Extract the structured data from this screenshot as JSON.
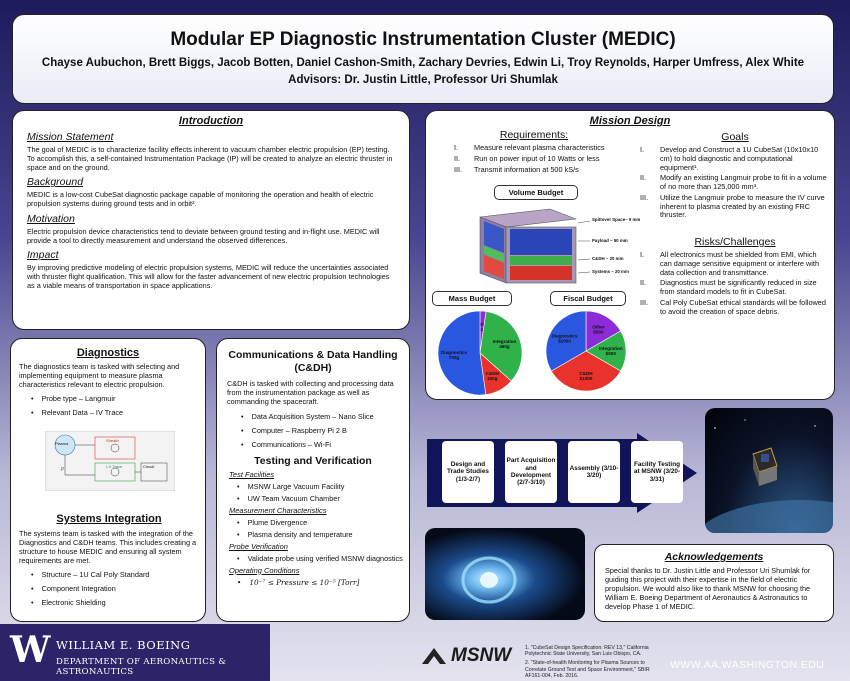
{
  "header": {
    "title": "Modular EP Diagnostic Instrumentation Cluster (MEDIC)",
    "authors": "Chayse Aubuchon, Brett Biggs, Jacob Botten, Daniel Cashon-Smith, Zachary Devries, Edwin Li, Troy Reynolds, Harper Umfress, Alex White",
    "advisors": "Advisors: Dr. Justin Little, Professor Uri Shumlak"
  },
  "introduction": {
    "title": "Introduction",
    "sections": [
      {
        "heading": "Mission Statement",
        "text": "The goal of MEDIC is to characterize facility effects inherent to vacuum chamber electric propulsion (EP) testing. To accomplish this, a self-contained Instrumentation Package (IP) will be created to analyze an electric thruster in space and on the ground."
      },
      {
        "heading": "Background",
        "text": "MEDIC is a low-cost CubeSat diagnostic package capable of monitoring the operation and health of electric propulsion systems during ground tests and in orbit²."
      },
      {
        "heading": "Motivation",
        "text": "Electric propulsion device characteristics tend to deviate between ground testing and in-flight use. MEDIC will provide a tool to directly measurement and understand the observed differences."
      },
      {
        "heading": "Impact",
        "text": "By improving predictive modeling of electric propulsion systems, MEDIC will reduce the uncertainties associated with thruster flight qualification. This will allow for the faster advancement of new electric propulsion technologies as a viable means of transportation in space applications."
      }
    ]
  },
  "mission": {
    "title": "Mission Design",
    "requirements_title": "Requirements:",
    "requirements": [
      {
        "n": "I.",
        "t": "Measure relevant plasma characteristics"
      },
      {
        "n": "II.",
        "t": "Run on power input of 10 Watts or less"
      },
      {
        "n": "III.",
        "t": "Transmit information at 500 kS/s"
      }
    ],
    "volume_title": "Volume Budget",
    "volume_labels": [
      "Spittover Space– 9 mm",
      "Payload – 50 mm",
      "C&DH – 20 mm",
      "Systems – 20 mm"
    ],
    "goals_title": "Goals",
    "goals": [
      {
        "n": "I.",
        "t": "Develop and Construct a 1U CubeSat (10x10x10 cm) to hold diagnostic and computational equipment¹."
      },
      {
        "n": "II.",
        "t": "Modify an existing Langmuir probe to fit in a volume of no more than 125,000 mm³."
      },
      {
        "n": "III.",
        "t": "Utilize the Langmuir probe to measure the IV curve inherent to plasma created by an existing FRC thruster."
      }
    ],
    "risks_title": "Risks/Challenges",
    "risks": [
      {
        "n": "I.",
        "t": "All electronics must be shielded from EMI, which can damage sensitive equipment or interfere with data collection and transmittance."
      },
      {
        "n": "II.",
        "t": "Diagnostics must be significantly reduced in size from standard models to fit in CubeSat."
      },
      {
        "n": "III.",
        "t": "Cal Poly CubeSat ethical standards will be followed to avoid the creation of space debris."
      }
    ],
    "mass_title": "Mass Budget",
    "fiscal_title": "Fiscal Budget"
  },
  "chart_data": [
    {
      "type": "pie",
      "title": "Mass Budget",
      "categories": [
        "Other",
        "Integration",
        "C&DH",
        "Diagnostics"
      ],
      "labels": [
        "Other 31g",
        "Integration 460g",
        "C&DH 150g",
        "Diagnostics 700g"
      ],
      "values": [
        31,
        460,
        150,
        700
      ],
      "colors": [
        "#8e2bd8",
        "#2fb24a",
        "#e8322b",
        "#2a57e0"
      ]
    },
    {
      "type": "pie",
      "title": "Fiscal Budget",
      "categories": [
        "Other",
        "Integration",
        "C&DH",
        "Diagnostics"
      ],
      "labels": [
        "Other $500",
        "Integration $500",
        "C&DH $1000",
        "Diagnostics $1000"
      ],
      "values": [
        500,
        500,
        1000,
        1000
      ],
      "colors": [
        "#8e2bd8",
        "#2fb24a",
        "#e8322b",
        "#2a57e0"
      ]
    }
  ],
  "diagnostics": {
    "title": "Diagnostics",
    "text": "The diagnostics team is tasked with selecting and implementing equipment to measure plasma characteristics relevant to electric propulsion.",
    "items": [
      "Probe type – Langmuir",
      "Relevant Data – IV Trace"
    ],
    "diagram": {
      "plasma": "Plasma",
      "sheath": "Sheath",
      "iv_trace": "I-V Trace",
      "circuit": "Circuit"
    }
  },
  "systems": {
    "title": "Systems Integration",
    "text": "The systems team is tasked with the integration of the Diagnostics and C&DH teams. This includes creating a structure to house MEDIC and ensuring all system requirements are met.",
    "items": [
      "Structure – 1U Cal Poly Standard",
      "Component Integration",
      "Electronic Shielding"
    ]
  },
  "cdh": {
    "title": "Communications & Data Handling (C&DH)",
    "text": "C&DH is tasked with collecting and processing data from the instrumentation package as well as commanding the spacecraft.",
    "items": [
      "Data Acquisition System – Nano Slice",
      "Computer – Raspberry Pi 2 B",
      "Communications – Wi-Fi"
    ]
  },
  "testing": {
    "title": "Testing and Verification",
    "groups": [
      {
        "heading": "Test Facilities",
        "items": [
          "MSNW Large Vacuum Facility",
          "UW Team Vacuum Chamber"
        ]
      },
      {
        "heading": "Measurement Characteristics",
        "items": [
          "Plume Divergence",
          "Plasma density and temperature"
        ]
      },
      {
        "heading": "Probe Verification",
        "items": [
          "Validate probe using verified MSNW diagnostics"
        ]
      },
      {
        "heading": "Operating Conditions",
        "items": [
          "10⁻⁷ ≤ Pressure ≤ 10⁻⁵ [Torr]"
        ]
      }
    ]
  },
  "timeline": [
    "Design and Trade Studies (1/3-2/7)",
    "Part Acquisition and Development (2/7-3/10)",
    "Assembly (3/10-3/20)",
    "Facility Testing at MSNW (3/20-3/31)"
  ],
  "acknowledgements": {
    "title": "Acknowledgements",
    "text": "Special thanks to Dr. Justin Little and Professor Uri Shumlak for guiding this project with their expertise in the field of electric propulsion. We would also like to thank MSNW for choosing the William E. Boeing Department of Aeronautics & Astronautics to develop Phase 1 of MEDIC."
  },
  "footer": {
    "uw_line1": "WILLIAM E. BOEING",
    "uw_line2": "DEPARTMENT OF AERONAUTICS & ASTRONAUTICS",
    "msnw": "MSNW",
    "refs": [
      "1. \"CubeSat Design Specification: REV 13,\" California Polytechnic State University, San Luis Obispo, CA.",
      "2. \"State-of-health Monitoring for Plasma Sources to Correlate Ground Test and Space Environment,\" SBIR AF161-004, Feb. 2016."
    ],
    "url": "WWW.AA.WASHINGTON.EDU"
  },
  "colors": {
    "navy": "#2b2468",
    "chevron": "#12145a",
    "accent_blue": "#2a57e0"
  }
}
